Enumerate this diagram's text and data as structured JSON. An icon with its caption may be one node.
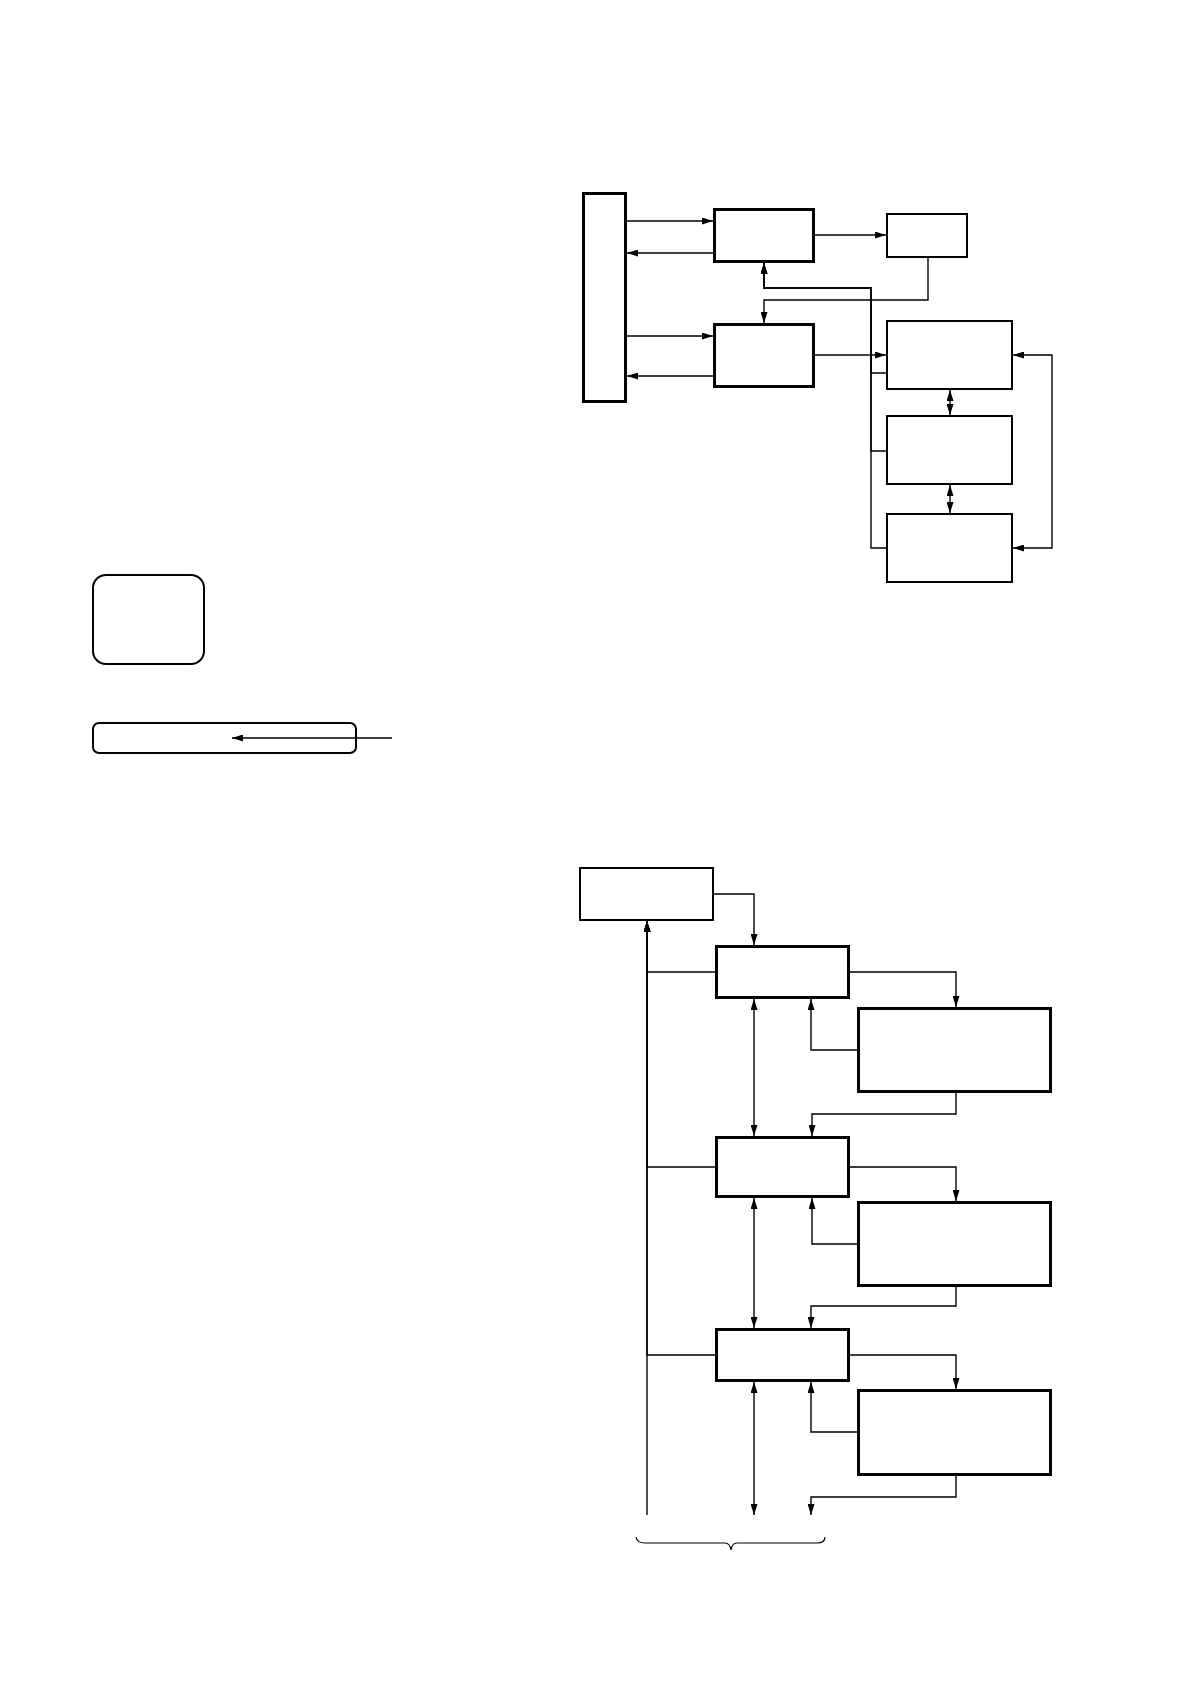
{
  "diagram": {
    "nodes": [
      {
        "text": [],
        "shape": "box"
      },
      {
        "text": [],
        "shape": "box"
      },
      {
        "text": [],
        "shape": "box"
      },
      {
        "text": [],
        "shape": "box"
      },
      {
        "text": [],
        "shape": "box"
      },
      {
        "text": [],
        "shape": "box"
      },
      {
        "text": [],
        "shape": "box"
      },
      {
        "text": [],
        "shape": "box"
      },
      {
        "text": [],
        "shape": "box"
      },
      {
        "text": [],
        "shape": "box"
      },
      {
        "text": [],
        "shape": "box"
      },
      {
        "text": [],
        "shape": "box"
      },
      {
        "text": [],
        "shape": "box"
      },
      {
        "text": [],
        "shape": "box"
      },
      {
        "text": [],
        "shape": "box"
      },
      {
        "text": [],
        "shape": "box"
      }
    ],
    "edges": [
      {
        "from": 0,
        "to": 1,
        "arrow": "to"
      },
      {
        "from": 1,
        "to": 0,
        "arrow": "to"
      },
      {
        "from": 0,
        "to": 3,
        "arrow": "to"
      },
      {
        "from": 3,
        "to": 0,
        "arrow": "to"
      },
      {
        "from": 1,
        "to": 2,
        "arrow": "to"
      },
      {
        "from": 2,
        "to": 3,
        "arrow": "to"
      },
      {
        "from": 3,
        "to": 4,
        "arrow": "to"
      },
      {
        "from": 4,
        "to": 1,
        "arrow": "to"
      },
      {
        "from": 5,
        "to": 1,
        "arrow": "to"
      },
      {
        "from": 6,
        "to": 1,
        "arrow": "to"
      },
      {
        "from": 4,
        "to": 5,
        "arrow": "both"
      },
      {
        "from": 5,
        "to": 6,
        "arrow": "both"
      },
      {
        "from": 4,
        "to": 6,
        "arrow": "both"
      },
      {
        "from": null,
        "to": 8,
        "arrow": "to"
      },
      {
        "from": 9,
        "to": 10,
        "arrow": "to"
      },
      {
        "from": 10,
        "to": 9,
        "arrow": "to"
      },
      {
        "from": 12,
        "to": 9,
        "arrow": "to"
      },
      {
        "from": 14,
        "to": 9,
        "arrow": "to"
      },
      {
        "from": null,
        "to": 9,
        "arrow": "to"
      },
      {
        "from": 10,
        "to": 11,
        "arrow": "to"
      },
      {
        "from": 11,
        "to": 10,
        "arrow": "to"
      },
      {
        "from": 10,
        "to": 12,
        "arrow": "both"
      },
      {
        "from": 11,
        "to": 12,
        "arrow": "to"
      },
      {
        "from": 12,
        "to": 13,
        "arrow": "to"
      },
      {
        "from": 13,
        "to": 12,
        "arrow": "to"
      },
      {
        "from": 12,
        "to": 14,
        "arrow": "both"
      },
      {
        "from": 13,
        "to": 14,
        "arrow": "to"
      },
      {
        "from": 14,
        "to": 15,
        "arrow": "to"
      },
      {
        "from": 15,
        "to": 14,
        "arrow": "to"
      },
      {
        "from": 14,
        "to": null,
        "arrow": "both"
      },
      {
        "from": 15,
        "to": null,
        "arrow": "to"
      }
    ]
  }
}
